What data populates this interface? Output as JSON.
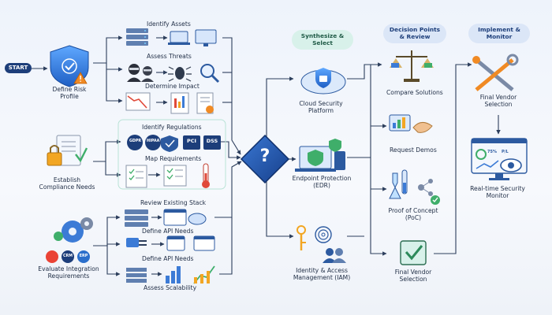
{
  "start": "START",
  "left_stages": [
    {
      "label": "Define Risk Profile",
      "subs": [
        "Identify Assets",
        "Assess Threats",
        "Determine Impact"
      ]
    },
    {
      "label": "Establish Compliance Needs",
      "subs": [
        "Identify Regulations",
        "Map Requirements"
      ]
    },
    {
      "label": "Evaluate Integration Requirements",
      "subs": [
        "Review Existing Stack",
        "Define API Needs",
        "Define API Needs",
        "Assess Scalability"
      ]
    }
  ],
  "compliance_badges": [
    "GDPR",
    "HIPAA",
    "",
    "PCI",
    "DSS"
  ],
  "integration_badges": [
    "CRM",
    "ERP"
  ],
  "headers": {
    "synthesize": "Synthesize & Select",
    "decision": "Decision Points & Review",
    "implement": "Implement & Monitor"
  },
  "solutions": [
    "Cloud Security Platform",
    "Endpoint Protection (EDR)",
    "Identity & Access Management (IAM)"
  ],
  "review_steps": [
    "Compare Solutions",
    "Request Demos",
    "Proof of Concept (PoC)",
    "Final Vendor Selection"
  ],
  "implement_steps": [
    "Final Vendor Selection",
    "Real-time Security Monitor"
  ],
  "monitor_chips": [
    "75%",
    "P/L"
  ],
  "decision_symbol": "?",
  "colors": {
    "navy": "#1d3e7a",
    "arrow": "#2c3e5c",
    "teal_header": "#d8f1ea",
    "blue_header": "#dbe6f7",
    "diamond": "#2a62b8",
    "accent_orange": "#f08a24",
    "accent_green": "#3fae6a"
  }
}
